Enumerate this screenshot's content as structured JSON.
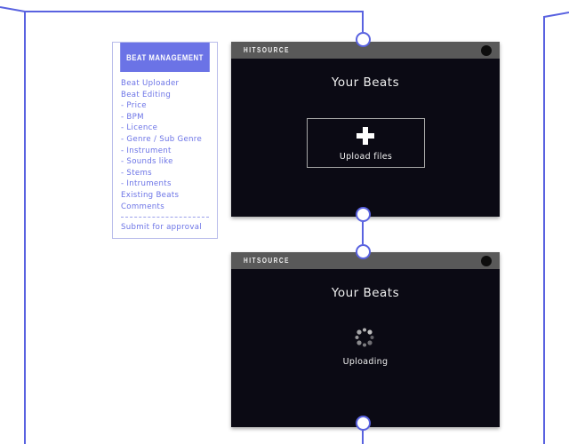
{
  "sidebar": {
    "header": "BEAT MANAGEMENT",
    "items": [
      {
        "label": "Beat Uploader"
      },
      {
        "label": "Beat Editing"
      },
      {
        "label": "- Price"
      },
      {
        "label": "- BPM"
      },
      {
        "label": "- Licence"
      },
      {
        "label": "- Genre / Sub Genre"
      },
      {
        "label": "- Instrument"
      },
      {
        "label": "- Sounds like"
      },
      {
        "label": "- Stems"
      },
      {
        "label": "- Intruments"
      },
      {
        "label": "Existing Beats"
      },
      {
        "label": "Comments"
      }
    ],
    "submit_label": "Submit for approval"
  },
  "windows": [
    {
      "brand": "HITSOURCE",
      "title": "Your Beats",
      "upload_label": "Upload files",
      "upload_icon": "plus-icon"
    },
    {
      "brand": "HITSOURCE",
      "title": "Your Beats",
      "status_label": "Uploading",
      "status_icon": "loading-spinner-icon"
    }
  ],
  "colors": {
    "accent": "#5962e0",
    "sidebar_header_bg": "#6b73e6",
    "window_bg": "#0b0a14",
    "titlebar_bg": "#595959"
  }
}
